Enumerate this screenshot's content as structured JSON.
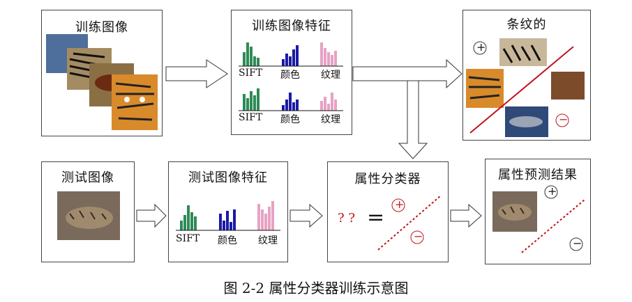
{
  "boxes": {
    "train_images": {
      "title": "训练图像"
    },
    "train_features": {
      "title": "训练图像特征",
      "row1_labels": [
        "SIFT",
        "颜色",
        "纹理"
      ],
      "row2_labels": [
        "SIFT",
        "颜色",
        "纹理"
      ]
    },
    "striped": {
      "title": "条纹的",
      "plus": "+",
      "minus": "−"
    },
    "test_images": {
      "title": "测试图像"
    },
    "test_features": {
      "title": "测试图像特征",
      "labels": [
        "SIFT",
        "颜色",
        "纹理"
      ]
    },
    "classifier": {
      "title": "属性分类器",
      "q": "? ?",
      "eq": "=",
      "plus": "+",
      "minus": "−"
    },
    "result": {
      "title": "属性预测结果",
      "plus": "+",
      "minus": "−"
    }
  },
  "caption": "图 2-2 属性分类器训练示意图",
  "colors": {
    "sift": "#2e8b57",
    "color": "#1a1aa8",
    "texture": "#e6a2c4",
    "line": "#c0131b"
  }
}
